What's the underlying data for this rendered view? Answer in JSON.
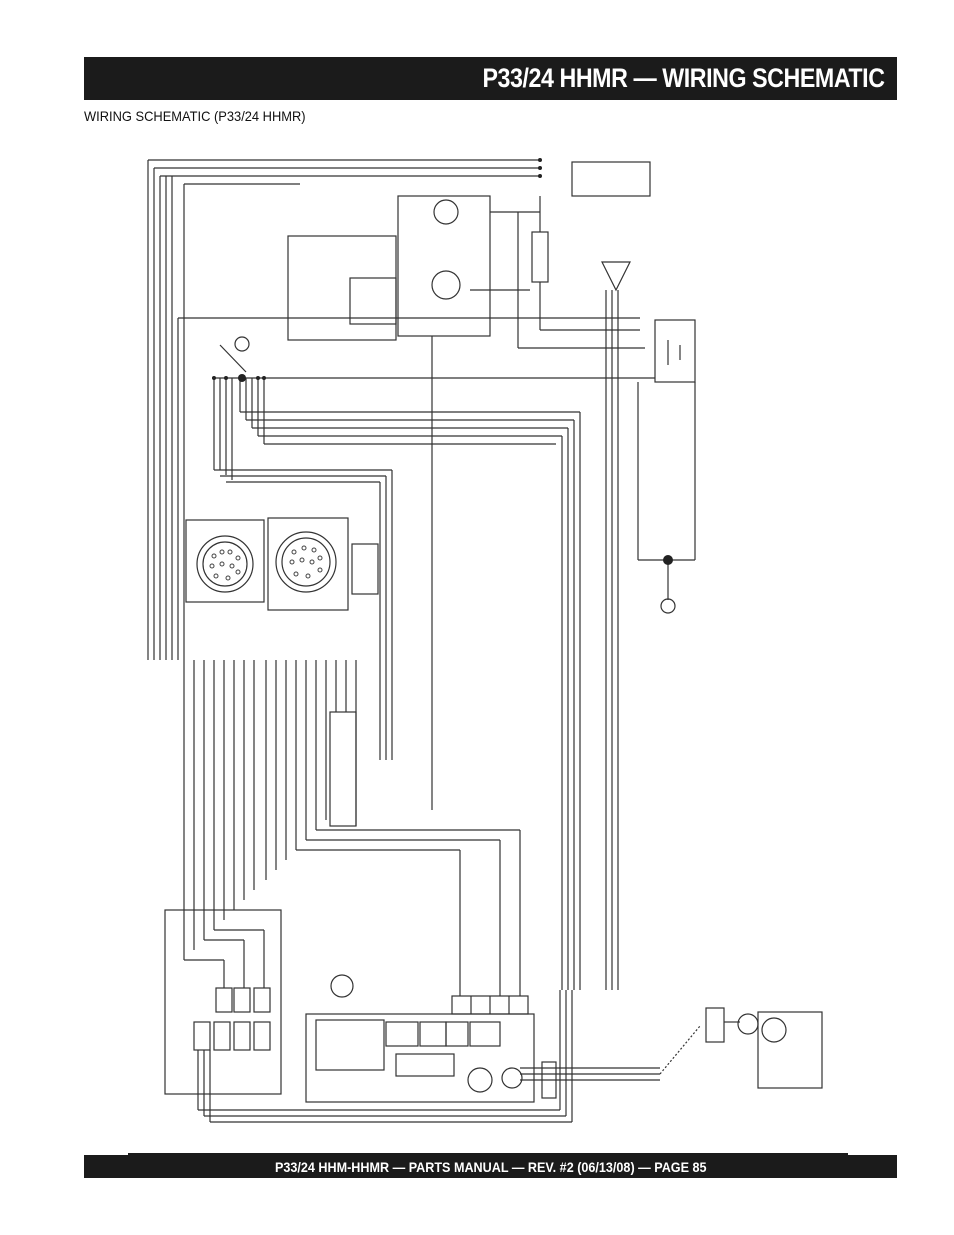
{
  "header": {
    "title": "P33/24 HHMR — WIRING SCHEMATIC"
  },
  "caption": {
    "text": "WIRING SCHEMATIC (P33/24 HHMR)"
  },
  "footer": {
    "text": "P33/24 HHM-HHMR — PARTS MANUAL — REV. #2 (06/13/08) — PAGE 85"
  },
  "colors": {
    "bar": "#1b1b1b",
    "line": "#333333"
  }
}
